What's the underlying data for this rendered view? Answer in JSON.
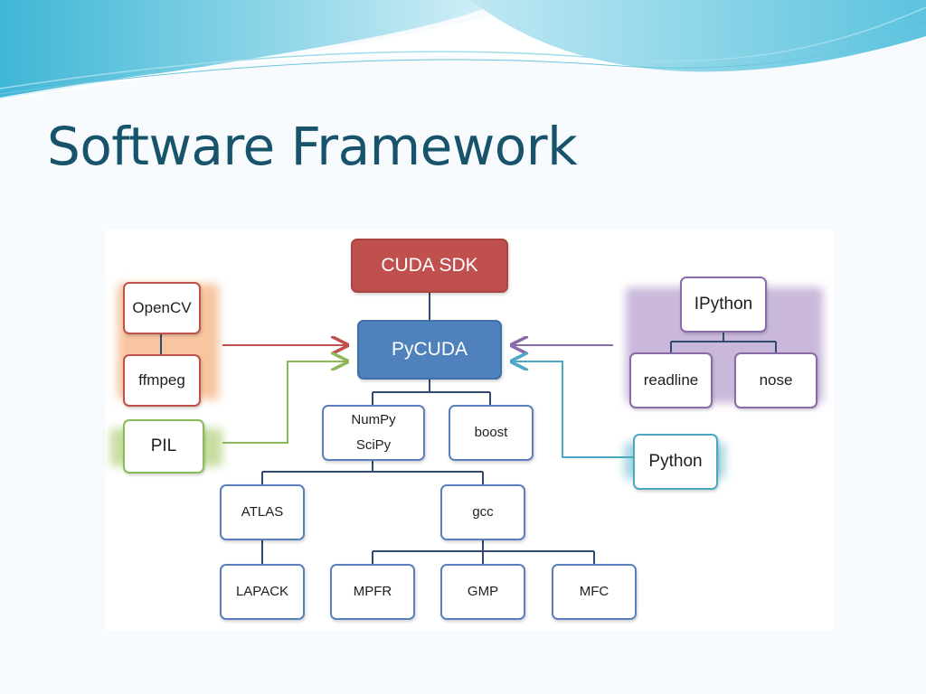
{
  "title": "Software Framework",
  "colors": {
    "title": "#17536b",
    "red": "#c0504d",
    "blue": "#4f81bd",
    "green": "#8cba5a",
    "purple": "#8a6baa",
    "teal": "#4aa8c0",
    "node_border": "#5b7fbc",
    "connector": "#2f4b73"
  },
  "nodes": {
    "cuda_sdk": "CUDA SDK",
    "pycuda": "PyCUDA",
    "opencv": "OpenCV",
    "ffmpeg": "ffmpeg",
    "pil": "PIL",
    "ipython": "IPython",
    "readline": "readline",
    "nose": "nose",
    "python": "Python",
    "numpy": "NumPy",
    "scipy": "SciPy",
    "boost": "boost",
    "atlas": "ATLAS",
    "gcc": "gcc",
    "lapack": "LAPACK",
    "mpfr": "MPFR",
    "gmp": "GMP",
    "mfc": "MFC"
  }
}
